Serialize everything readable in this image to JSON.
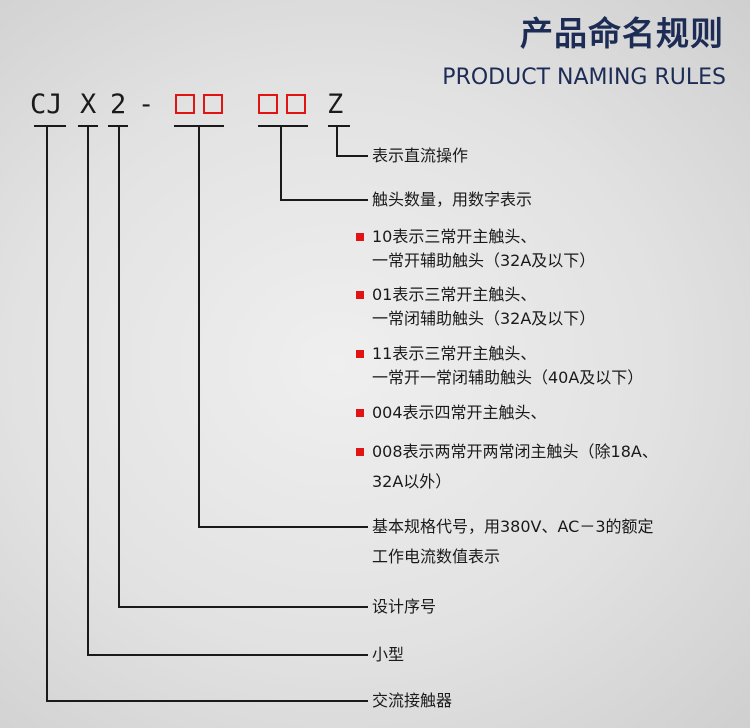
{
  "title": {
    "cn": "产品命名规则",
    "en": "PRODUCT NAMING RULES"
  },
  "code": {
    "cj": "CJ",
    "x": "X",
    "n2": "2",
    "dash": "-",
    "z": "Z"
  },
  "colors": {
    "accent_red": "#e11414",
    "title_navy": "#1c2c55"
  },
  "labels": {
    "dc_operation": "表示直流操作",
    "contacts_count": "触头数量，用数字表示",
    "basic_spec_line1": "基本规格代号，用380V、AC－3的额定",
    "basic_spec_line2": "工作电流数值表示",
    "design_number": "设计序号",
    "small_type": "小型",
    "ac_contactor": "交流接触器"
  },
  "contacts_list": [
    {
      "line1": "10表示三常开主触头、",
      "line2": "一常开辅助触头（32A及以下）"
    },
    {
      "line1": "01表示三常开主触头、",
      "line2": "一常闭辅助触头（32A及以下）"
    },
    {
      "line1": "11表示三常开主触头、",
      "line2": "一常开一常闭辅助触头（40A及以下）"
    },
    {
      "line1": "004表示四常开主触头、"
    },
    {
      "line1": "008表示两常开两常闭主触头（除18A、",
      "line2": "32A以外）"
    }
  ]
}
